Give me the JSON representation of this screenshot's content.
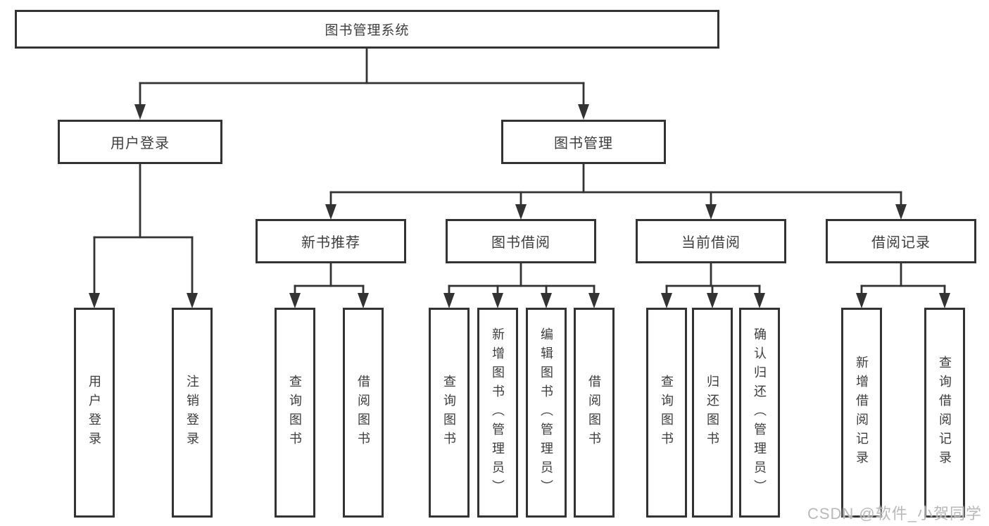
{
  "tree": {
    "root": "图书管理系统",
    "l1": [
      "用户登录",
      "图书管理"
    ],
    "l2": [
      "新书推荐",
      "图书借阅",
      "当前借阅",
      "借阅记录"
    ],
    "leaves_a": [
      "用户登录",
      "注销登录"
    ],
    "leaves_b": [
      "查询图书",
      "借阅图书"
    ],
    "leaves_c": [
      "查询图书",
      "新增图书（管理员）",
      "编辑图书（管理员）",
      "借阅图书"
    ],
    "leaves_d": [
      "查询图书",
      "归还图书",
      "确认归还（管理员）"
    ],
    "leaves_e": [
      "新增借阅记录",
      "查询借阅记录"
    ]
  },
  "watermark": {
    "text": "CSDN @软件_小贺同学",
    "color": "#b9b9b9"
  },
  "colors": {
    "line": "#333333",
    "box_border": "#333333",
    "text": "#3d3d3d",
    "background": "#ffffff"
  }
}
